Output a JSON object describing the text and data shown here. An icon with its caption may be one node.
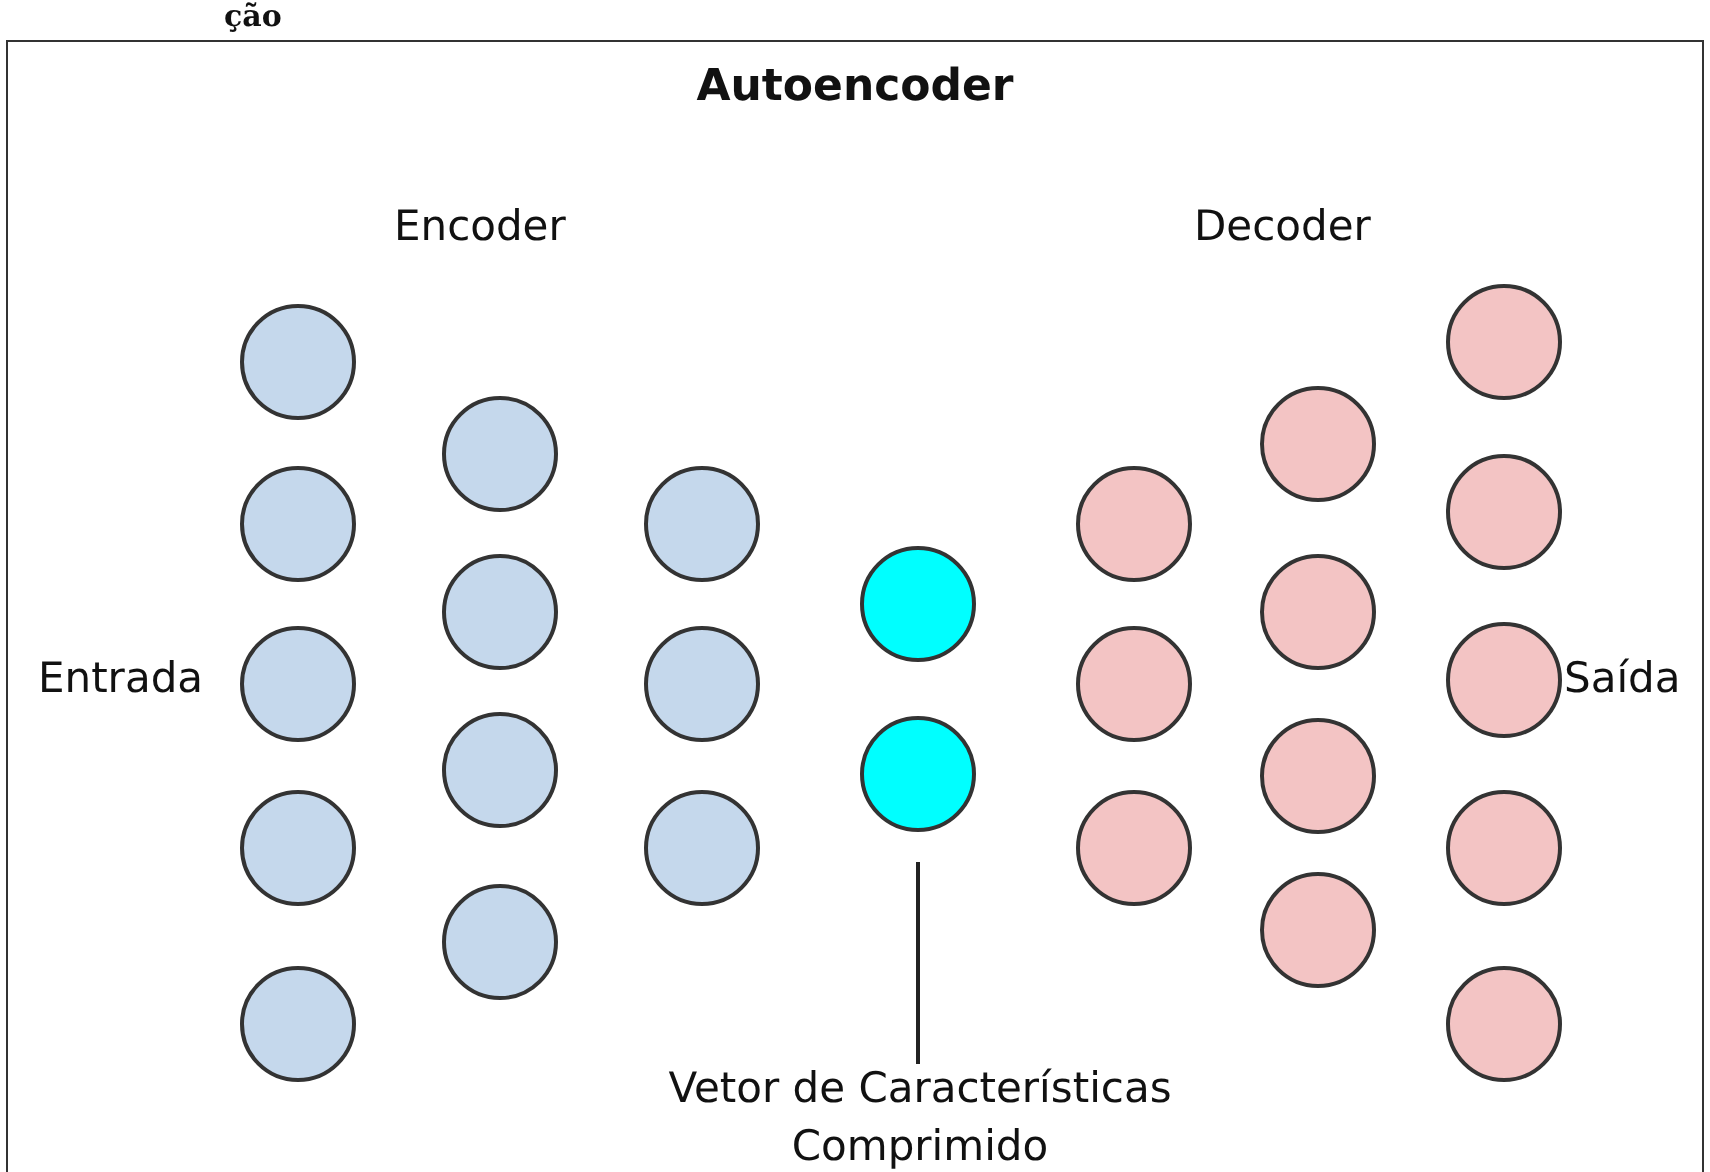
{
  "diagram": {
    "title": "Autoencoder",
    "nodes": [
      {
        "text": [],
        "shape": "circle"
      },
      {
        "text": [],
        "shape": "circle"
      },
      {
        "text": [],
        "shape": "circle"
      },
      {
        "text": [],
        "shape": "circle"
      },
      {
        "text": [],
        "shape": "circle"
      },
      {
        "text": [],
        "shape": "circle"
      },
      {
        "text": [],
        "shape": "circle"
      },
      {
        "text": [],
        "shape": "circle"
      },
      {
        "text": [],
        "shape": "circle"
      },
      {
        "text": [],
        "shape": "circle"
      },
      {
        "text": [],
        "shape": "circle"
      },
      {
        "text": [],
        "shape": "circle"
      },
      {
        "text": [],
        "shape": "circle"
      },
      {
        "text": [],
        "shape": "circle"
      },
      {
        "text": [],
        "shape": "circle"
      },
      {
        "text": [],
        "shape": "circle"
      },
      {
        "text": [],
        "shape": "circle"
      },
      {
        "text": [],
        "shape": "circle"
      },
      {
        "text": [],
        "shape": "circle"
      },
      {
        "text": [],
        "shape": "circle"
      },
      {
        "text": [],
        "shape": "circle"
      },
      {
        "text": [],
        "shape": "circle"
      },
      {
        "text": [],
        "shape": "circle"
      },
      {
        "text": [],
        "shape": "circle"
      },
      {
        "text": [],
        "shape": "circle"
      },
      {
        "text": [],
        "shape": "circle"
      },
      {
        "text": [
          "Vetor de Características Comprimido"
        ]
      }
    ],
    "edges": [
      {
        "from": 26,
        "to": 13,
        "arrow": "none"
      }
    ],
    "labels": [
      "ção",
      "Encoder",
      "Decoder",
      "Entrada",
      "Saída"
    ]
  }
}
